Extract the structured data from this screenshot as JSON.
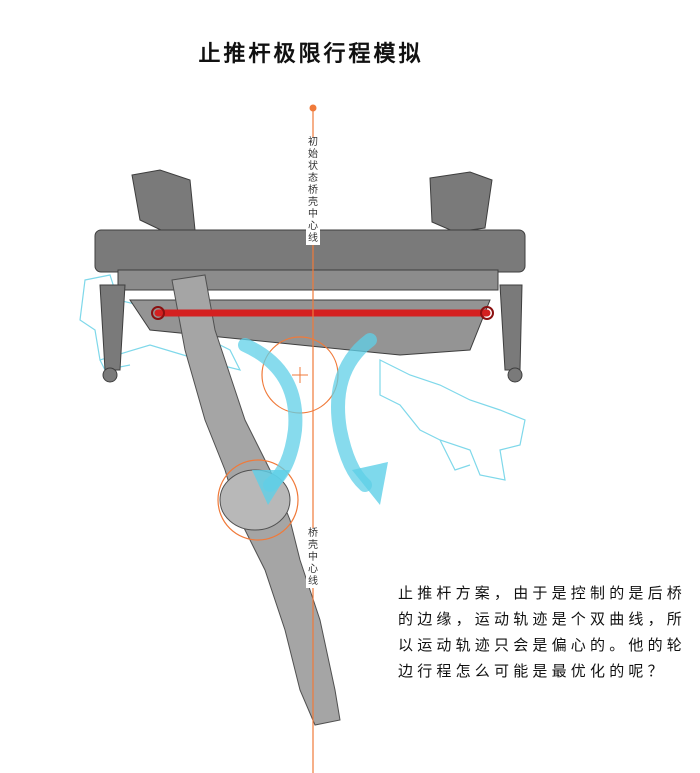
{
  "title": "止推杆极限行程模拟",
  "labels": {
    "initial_centerline": "初始状态桥壳中心线",
    "axle_centerline": "桥壳中心线"
  },
  "description": "止推杆方案，由于是控制的是后桥的边缘，运动轨迹是个双曲线，所以运动轨迹只会是偏心的。他的轮边行程怎么可能是最优化的呢？",
  "colors": {
    "centerline": "#f07a3a",
    "thrust_rod": "#d42020",
    "trajectory": "#5fd0e8",
    "frame": "#6e6e6e"
  }
}
